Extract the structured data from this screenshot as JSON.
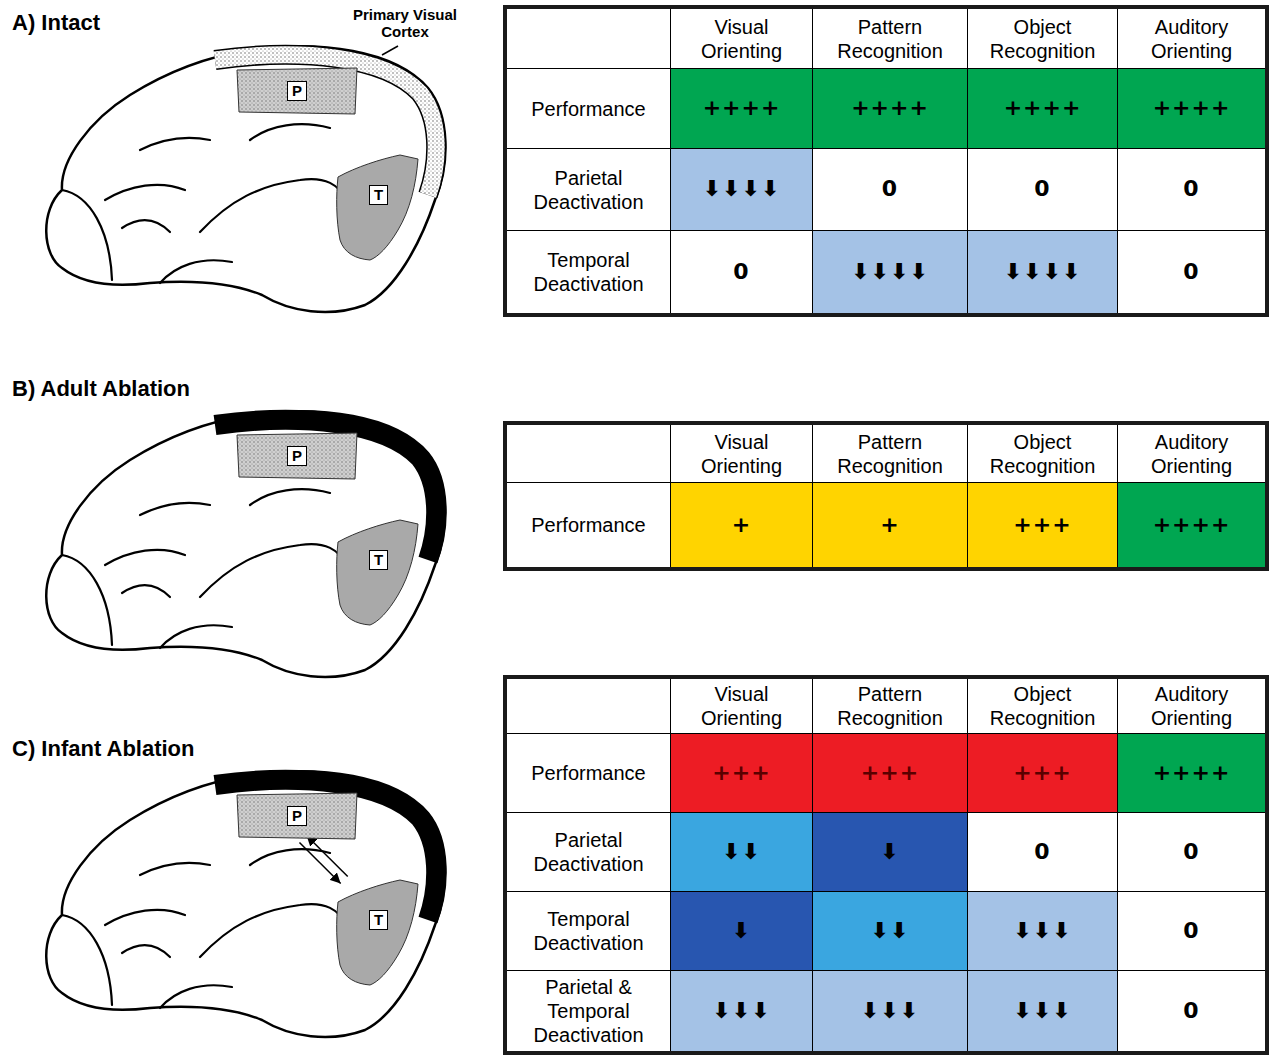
{
  "diagram": {
    "nodes": [
      {
        "text": [
          "P"
        ]
      },
      {
        "text": [
          "T"
        ]
      },
      {
        "text": [
          "P"
        ]
      },
      {
        "text": [
          "T"
        ]
      },
      {
        "text": [
          "P"
        ]
      },
      {
        "text": [
          "T"
        ]
      }
    ],
    "edges": [
      {
        "from": 4,
        "to": 5,
        "arrow": "to"
      },
      {
        "from": 5,
        "to": 4,
        "arrow": "to"
      }
    ],
    "labels": [
      "A) Intact",
      "Primary Visual Cortex",
      "Visual Orienting",
      "Pattern Recognition",
      "Object Recognition",
      "Auditory Orienting",
      "Performance",
      "++++",
      "++++",
      "++++",
      "++++",
      "Parietal Deactivation",
      "⬇⬇⬇⬇",
      "0",
      "0",
      "0",
      "Temporal Deactivation",
      "0",
      "⬇⬇⬇⬇",
      "⬇⬇⬇⬇",
      "0",
      "B) Adult Ablation",
      "Visual Orienting",
      "Pattern Recognition",
      "Object Recognition",
      "Auditory Orienting",
      "Performance",
      "+",
      "+",
      "+++",
      "++++",
      "C) Infant Ablation",
      "Visual Orienting",
      "Pattern Recognition",
      "Object Recognition",
      "Auditory Orienting",
      "Performance",
      "+++",
      "+++",
      "+++",
      "++++",
      "Parietal Deactivation",
      "⬇⬇",
      "⬇",
      "0",
      "0",
      "Temporal Deactivation",
      "⬇",
      "⬇⬇",
      "⬇⬇⬇",
      "0",
      "Parietal & Temporal Deactivation",
      "⬇⬇⬇",
      "⬇⬇⬇",
      "⬇⬇⬇",
      "0"
    ]
  }
}
